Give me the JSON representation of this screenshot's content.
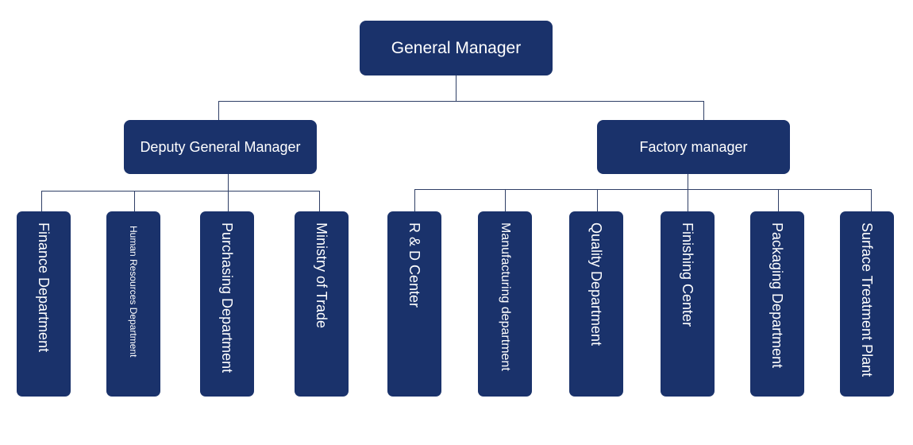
{
  "org_chart": {
    "root": {
      "label": "General Manager"
    },
    "deputy": {
      "label": "Deputy General Manager"
    },
    "factory": {
      "label": "Factory manager"
    },
    "deputy_departments": [
      {
        "label": "Finance Department"
      },
      {
        "label": "Human Resources Department"
      },
      {
        "label": "Purchasing Department"
      },
      {
        "label": "Ministry of Trade"
      }
    ],
    "factory_departments": [
      {
        "label": "R & D Center"
      },
      {
        "label": "Manufacturing department"
      },
      {
        "label": "Quality Department"
      },
      {
        "label": "Finishing Center"
      },
      {
        "label": "Packaging Department"
      },
      {
        "label": "Surface Treatment Plant"
      }
    ]
  },
  "colors": {
    "box": "#1a326b",
    "text": "#ffffff",
    "connector": "#2f3f66"
  }
}
